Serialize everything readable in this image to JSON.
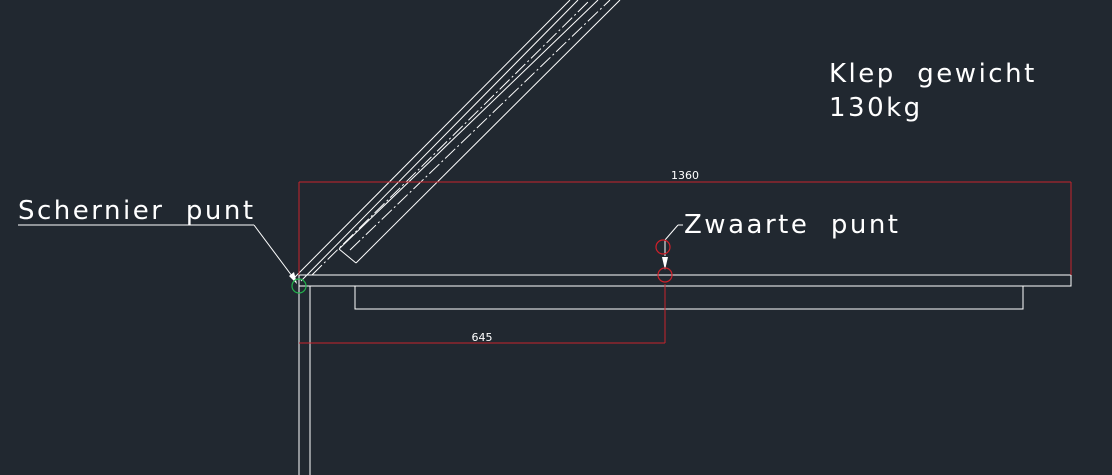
{
  "drawing": {
    "note_line_1": "Klep  gewicht",
    "note_line_2": "130kg",
    "hinge_label": "Schernier  punt",
    "cog_label": "Zwaarte  punt",
    "dim_total": "1360",
    "dim_cog": "645"
  },
  "colors": {
    "background": "#212830",
    "geometry": "#ffffff",
    "dimension": "#c8232b",
    "hinge_marker": "#22b14c",
    "cog_marker": "#d0202a"
  }
}
